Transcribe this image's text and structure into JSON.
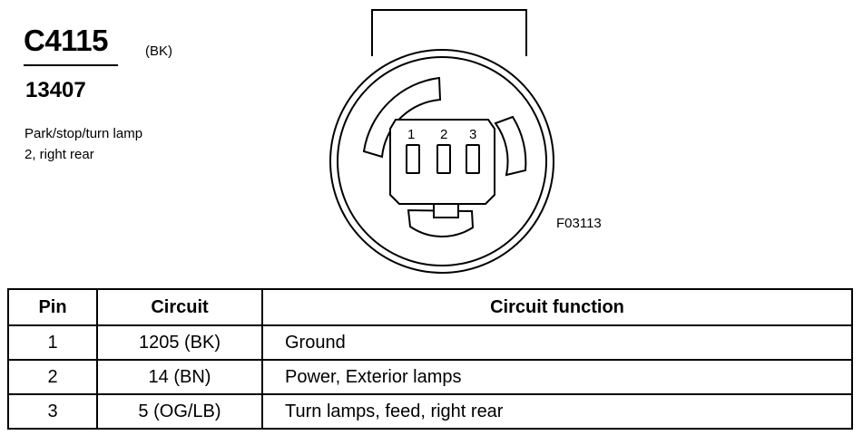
{
  "connector": {
    "id": "C4115",
    "color": "(BK)",
    "part_number": "13407",
    "description_line1": "Park/stop/turn lamp",
    "description_line2": "2, right rear",
    "figure_id": "F03113",
    "pin_labels": [
      "1",
      "2",
      "3"
    ]
  },
  "table": {
    "headers": {
      "pin": "Pin",
      "circuit": "Circuit",
      "function": "Circuit function"
    },
    "rows": [
      {
        "pin": "1",
        "circuit": "1205 (BK)",
        "function": "Ground"
      },
      {
        "pin": "2",
        "circuit": "14 (BN)",
        "function": "Power, Exterior lamps"
      },
      {
        "pin": "3",
        "circuit": "5 (OG/LB)",
        "function": "Turn lamps, feed, right rear"
      }
    ]
  }
}
